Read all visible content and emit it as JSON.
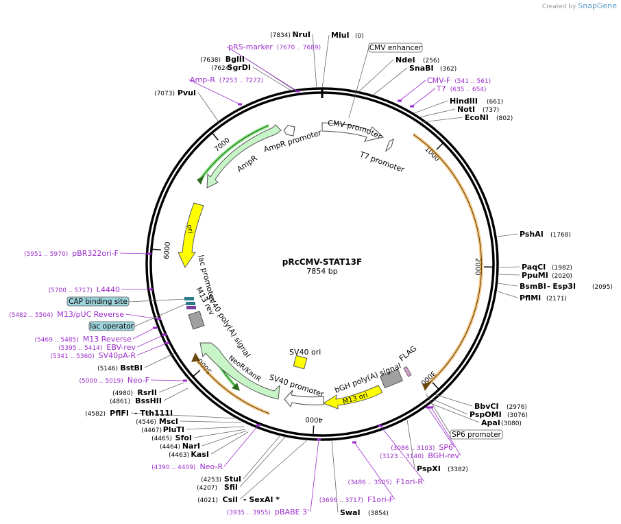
{
  "app": {
    "credit_prefix": "Created by",
    "credit_brand": "SnapGene"
  },
  "plasmid": {
    "name": "pRcCMV-STAT13F",
    "length_label": "7854 bp"
  },
  "colors": {
    "enzyme": "#000000",
    "primer": "#9b2dca",
    "backbone": "#000000",
    "orange": "#f0a030",
    "green": "#90ee90",
    "yellow": "#ffff00",
    "gray": "#a0a0a0",
    "cap": "#9fd4dc"
  },
  "ticks": [
    {
      "label": "1000",
      "angle": 45
    },
    {
      "label": "2000",
      "angle": 91
    },
    {
      "label": "3000",
      "angle": 137
    },
    {
      "label": "4000",
      "angle": 183
    },
    {
      "label": "5000",
      "angle": 229
    },
    {
      "label": "6000",
      "angle": 275
    },
    {
      "label": "7000",
      "angle": 320
    }
  ],
  "enzymes_right": [
    {
      "name": "MluI",
      "pos": "(0)"
    },
    {
      "name": "NdeI",
      "pos": "(256)"
    },
    {
      "name": "SnaBI",
      "pos": "(362)"
    },
    {
      "name": "HindIII",
      "pos": "(661)"
    },
    {
      "name": "NotI",
      "pos": "(737)"
    },
    {
      "name": "EcoNI",
      "pos": "(802)"
    },
    {
      "name": "PshAI",
      "pos": "(1768)"
    },
    {
      "name": "PaqCI",
      "pos": "(1982)"
    },
    {
      "name": "PpuMI",
      "pos": "(2020)"
    },
    {
      "name": "BsmBI",
      "name2": "- Esp3I",
      "pos": "(2095)"
    },
    {
      "name": "PflMI",
      "pos": "(2171)"
    },
    {
      "name": "BbvCI",
      "pos": "(2976)"
    },
    {
      "name": "PspOMI",
      "pos": "(3076)"
    },
    {
      "name": "ApaI",
      "pos": "(3080)"
    },
    {
      "name": "PspXI",
      "pos": "(3382)"
    },
    {
      "name": "SwaI",
      "pos": "(3854)"
    }
  ],
  "enzymes_left": [
    {
      "name": "NruI",
      "pos": "(7834)"
    },
    {
      "name": "BglII",
      "pos": "(7638)"
    },
    {
      "name": "SgrDI",
      "pos": "(7624)"
    },
    {
      "name": "PvuI",
      "pos": "(7073)"
    },
    {
      "name": "BstBI",
      "pos": "(5146)"
    },
    {
      "name": "RsrII",
      "pos": "(4980)"
    },
    {
      "name": "BssHII",
      "pos": "(4861)"
    },
    {
      "name": "PflFI",
      "name2": "- Tth111I",
      "pos": "(4582)"
    },
    {
      "name": "MscI",
      "pos": "(4546)"
    },
    {
      "name": "PluTI",
      "pos": "(4467)"
    },
    {
      "name": "SfoI",
      "pos": "(4465)"
    },
    {
      "name": "NarI",
      "pos": "(4464)"
    },
    {
      "name": "KasI",
      "pos": "(4463)"
    },
    {
      "name": "StuI",
      "pos": "(4253)"
    },
    {
      "name": "SfiI",
      "pos": "(4207)"
    },
    {
      "name": "CsiI",
      "name2": "- SexAI *",
      "pos": "(4021)"
    }
  ],
  "primers": [
    {
      "name": "pRS-marker",
      "range": "(7670 .. 7689)"
    },
    {
      "name": "Amp-R",
      "range": "(7253 .. 7272)"
    },
    {
      "name": "CMV-F",
      "range": "(541 .. 561)"
    },
    {
      "name": "T7",
      "range": "(635 .. 654)"
    },
    {
      "name": "pBR322ori-F",
      "range": "(5951 .. 5970)"
    },
    {
      "name": "L4440",
      "range": "(5700 .. 5717)"
    },
    {
      "name": "M13/pUC Reverse",
      "range": "(5482 .. 5504)"
    },
    {
      "name": "M13 Reverse",
      "range": "(5469 .. 5485)"
    },
    {
      "name": "EBV-rev",
      "range": "(5395 .. 5414)"
    },
    {
      "name": "SV40pA-R",
      "range": "(5341 .. 5360)"
    },
    {
      "name": "Neo-F",
      "range": "(5000 .. 5019)"
    },
    {
      "name": "Neo-R",
      "range": "(4390 .. 4409)"
    },
    {
      "name": "pBABE 3'",
      "range": "(3935 .. 3955)"
    },
    {
      "name": "F1ori-F",
      "range": "(3696 .. 3717)"
    },
    {
      "name": "F1ori-R",
      "range": "(3486 .. 3505)"
    },
    {
      "name": "SP6",
      "range": "(3086 .. 3103)"
    },
    {
      "name": "BGH-rev",
      "range": "(3123 .. 3140)"
    }
  ],
  "boxed_labels": [
    "CMV enhancer",
    "SP6 promoter",
    "CAP binding site",
    "lac operator"
  ],
  "features": {
    "cmv_promoter": "CMV promoter",
    "t7_promoter": "T7 promoter",
    "ampr_promoter": "AmpR promoter",
    "ampr": "AmpR",
    "ori": "ori",
    "lac_promoter": "lac promoter",
    "m13_rev": "M13 rev",
    "sv40_polya": "SV40 poly(A) signal",
    "neor": "NeoR/KanR",
    "sv40_promoter": "SV40 promoter",
    "sv40_ori": "SV40 ori",
    "bgh": "bGH poly(A) signal",
    "flag": "FLAG",
    "m13_ori": "M13 ori"
  }
}
